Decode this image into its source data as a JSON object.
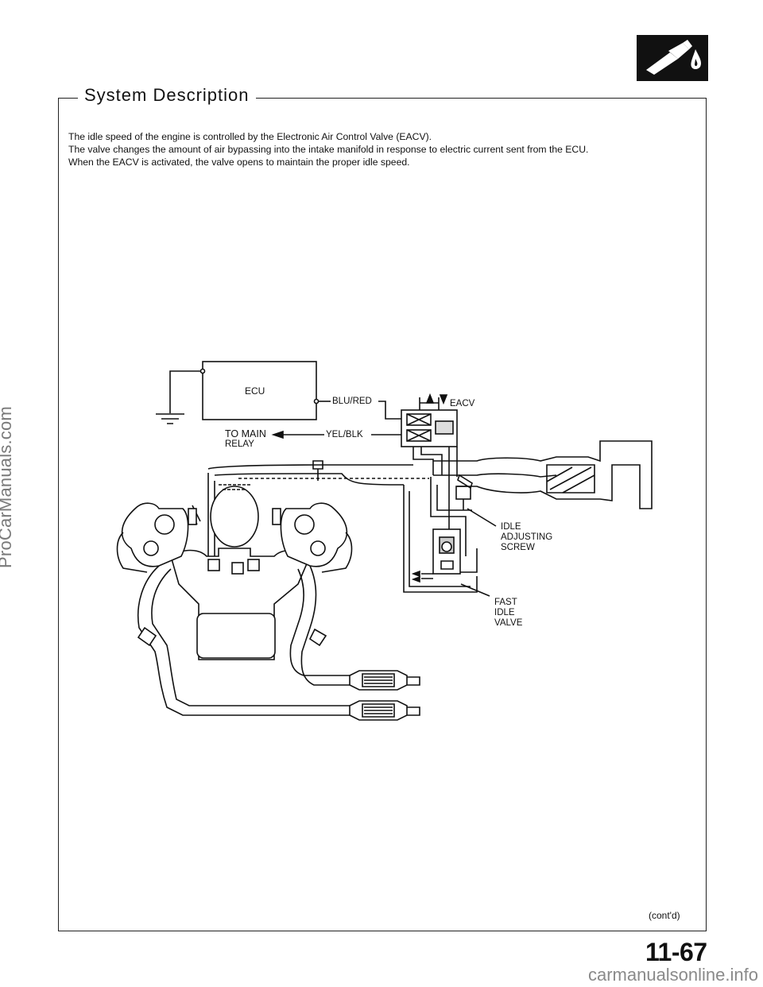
{
  "watermarks": {
    "side": "ProCarManuals.com",
    "bottom": "carmanualsonline.info"
  },
  "badge": {
    "icon": "fuel-nozzle-icon"
  },
  "section": {
    "title": "System Description"
  },
  "description": [
    "The idle speed of the engine is controlled by the Electronic Air Control Valve (EACV).",
    "The valve changes the amount of air bypassing into the intake manifold in response to electric current sent from the ECU.",
    "When the EACV is activated, the valve opens to maintain the proper idle speed."
  ],
  "diagram": {
    "ecu": "ECU",
    "blu_red": "BLU/RED",
    "eacv": "EACV",
    "to_main": "TO MAIN",
    "relay": "RELAY",
    "yel_blk": "YEL/BLK",
    "idle": "IDLE",
    "adjusting": "ADJUSTING",
    "screw": "SCREW",
    "fast": "FAST",
    "idle2": "IDLE",
    "valve": "VALVE"
  },
  "footer": {
    "cont": "(cont'd)",
    "page_number": "11-67"
  }
}
